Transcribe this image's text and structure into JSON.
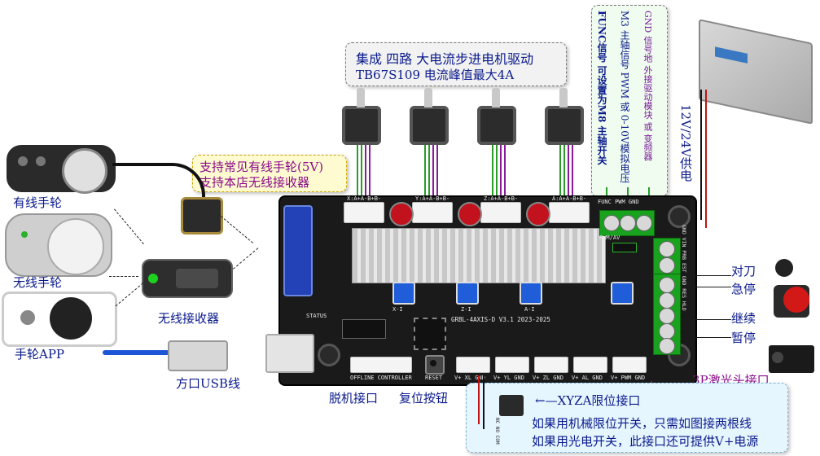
{
  "callouts": {
    "stepper_title": "集成 四路 大电流步进电机驱动",
    "stepper_sub": "TB67S109 电流峰值最大4A",
    "handwheel_line1": "支持常见有线手轮(5V)",
    "handwheel_line2": "支持本店无线接收器",
    "func_line1": "FUNC信号 可设置为M8 主轴开关",
    "func_line2": "M3 主轴信号 PWM 或 0-10V模拟电压",
    "func_line3": "GND 信号地 外接驱动模块 或 变频器",
    "power": "12V/24V供电",
    "limit_title": "←—XYZA限位接口",
    "limit_line1": "如果用机械限位开关，只需如图接两根线",
    "limit_line2": "如果用光电开关，此接口还可提供V+电源"
  },
  "left_labels": {
    "wired": "有线手轮",
    "wireless": "无线手轮",
    "app": "手轮APP",
    "receiver": "无线接收器",
    "usb": "方口USB线"
  },
  "bottom_labels": {
    "offline": "脱机接口",
    "reset": "复位按钮",
    "laser": "3P激光头接口"
  },
  "right_labels": {
    "probe": "对刀",
    "estop": "急停",
    "resume": "继续",
    "hold": "暂停"
  },
  "board": {
    "model": "GRBL-4AXIS-D V3.1 2023-2025",
    "status": "STATUS",
    "offline_controller": "OFFLINE CONTROLLER",
    "reset": "RESET",
    "x_conn": "V+ XL GND",
    "y_conn": "V+ YL GND",
    "z_conn": "V+ ZL GND",
    "a_conn": "V+ AL GND",
    "laser_conn": "V+ PWM GND",
    "motor_x": "X:A+A-B+B-",
    "motor_y": "Y:A+A-B+B-",
    "motor_z": "Z:A+A-B+B-",
    "motor_a": "A:A+A-B+B-",
    "pot_x": "X-I",
    "pot_z": "Z-I",
    "pot_a": "A-I",
    "spindle": "FUNC PWM GND",
    "pwr_sel": "PWM/AV",
    "right_terms": "GND VIN PRB EST GND RES HLD",
    "limit_switch": "NC NO COM"
  },
  "colors": {
    "label_blue": "#0a1a8c",
    "callout_func": "#0a1a8c",
    "board": "#1a1a1a",
    "terminal": "#19a21e",
    "pot": "#1f5ed8",
    "laser_label": "#8a0a8a"
  }
}
